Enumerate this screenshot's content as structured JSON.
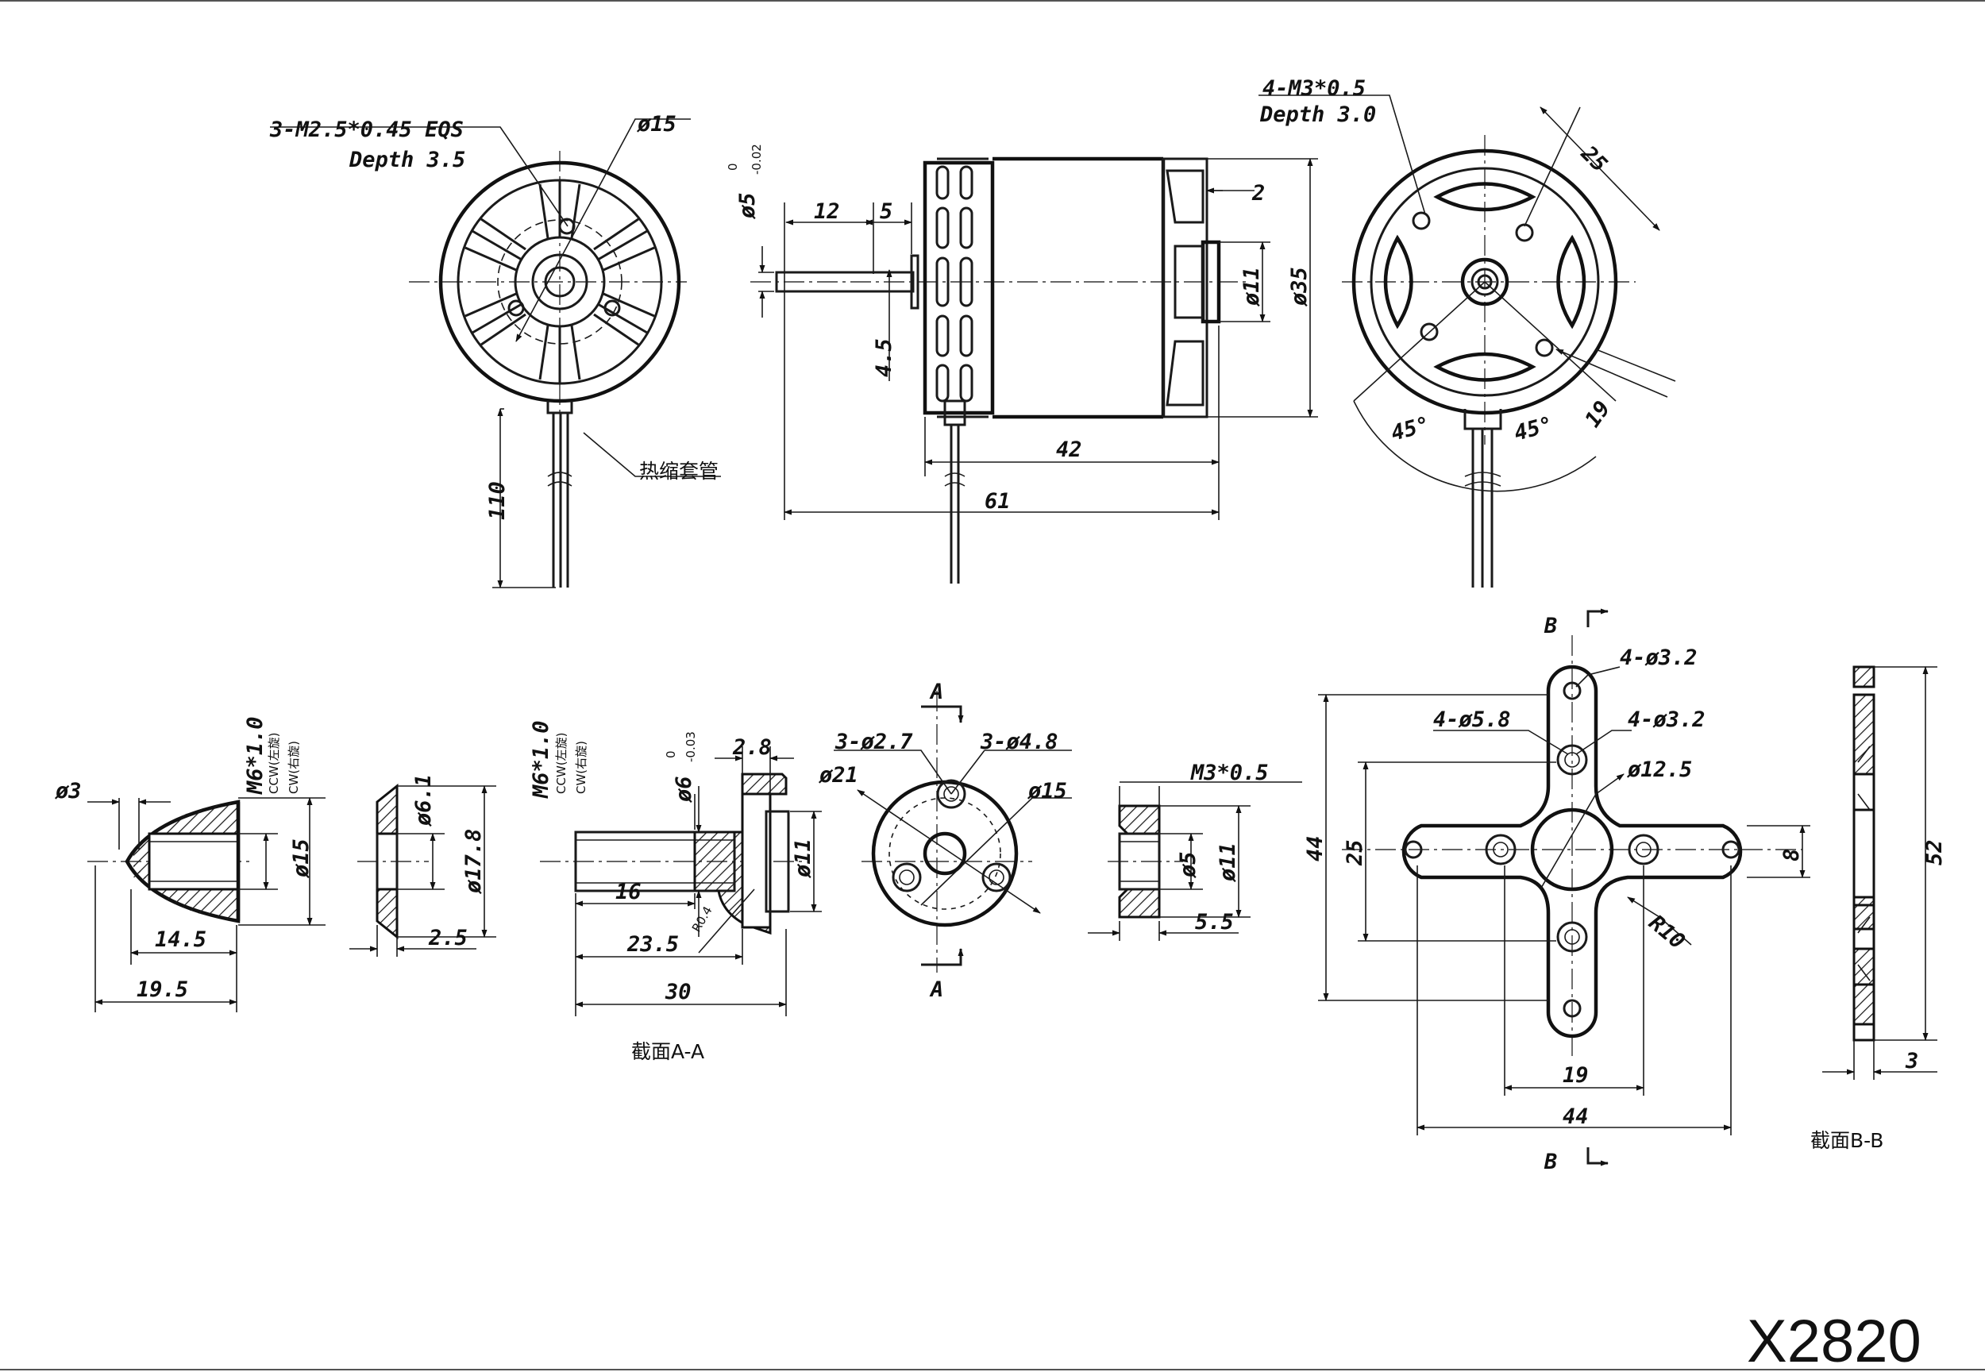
{
  "model": "X2820",
  "front_view": {
    "thread_note": "3-M2.5*0.45 EQS",
    "thread_depth": "Depth 3.5",
    "bolt_circle": "ø15",
    "lead_length": "110",
    "sleeve_label": "热缩套管"
  },
  "side_view": {
    "shaft_dia": "ø5",
    "shaft_tol_upper": "0",
    "shaft_tol_lower": "-0.02",
    "shaft_len": "12",
    "dim_5": "5",
    "dim_4_5": "4.5",
    "dim_2": "2",
    "dia_11": "ø11",
    "dia_35": "ø35",
    "body_len": "42",
    "total_len": "61"
  },
  "rear_view": {
    "thread_note": "4-M3*0.5",
    "thread_depth": "Depth 3.0",
    "dim_25": "25",
    "dim_19": "19",
    "angle_left": "45°",
    "angle_right": "45°"
  },
  "spinner": {
    "thread": "M6*1.0",
    "ccw": "CCW(左旋)",
    "cw": "CW(右旋)",
    "dim_tip": "ø3",
    "dim_15": "ø15",
    "dim_14_5": "14.5",
    "dim_19_5": "19.5"
  },
  "washer": {
    "dim_6_1": "ø6.1",
    "dim_17_8": "ø17.8",
    "dim_2_5": "2.5"
  },
  "prop_adapter": {
    "thread": "M6*1.0",
    "ccw": "CCW(左旋)",
    "cw": "CW(右旋)",
    "dim_6": "ø6",
    "dim_6_tol_upper": "0",
    "dim_6_tol_lower": "-0.03",
    "dim_2_8": "2.8",
    "dim_11": "ø11",
    "dim_16": "16",
    "dim_r0_4": "R0.4",
    "dim_23_5": "23.5",
    "dim_30": "30",
    "section_label": "截面A-A"
  },
  "adapter_face": {
    "holes_small": "3-ø2.7",
    "holes_large": "3-ø4.8",
    "dia_21": "ø21",
    "dia_15": "ø15",
    "section_mark_top": "A",
    "section_mark_bottom": "A"
  },
  "nut": {
    "thread": "M3*0.5",
    "dim_5": "ø5",
    "dim_11": "ø11",
    "dim_5_5": "5.5"
  },
  "cross_mount": {
    "holes_top": "4-ø3.2",
    "holes_58": "4-ø5.8",
    "holes_right": "4-ø3.2",
    "dim_12_5": "ø12.5",
    "dim_44_v": "44",
    "dim_25": "25",
    "dim_8": "8",
    "dim_r10": "R10",
    "dim_19": "19",
    "dim_44_h": "44",
    "section_top": "B",
    "section_bottom": "B"
  },
  "mount_section": {
    "dim_52": "52",
    "dim_3": "3",
    "section_label": "截面B-B"
  }
}
